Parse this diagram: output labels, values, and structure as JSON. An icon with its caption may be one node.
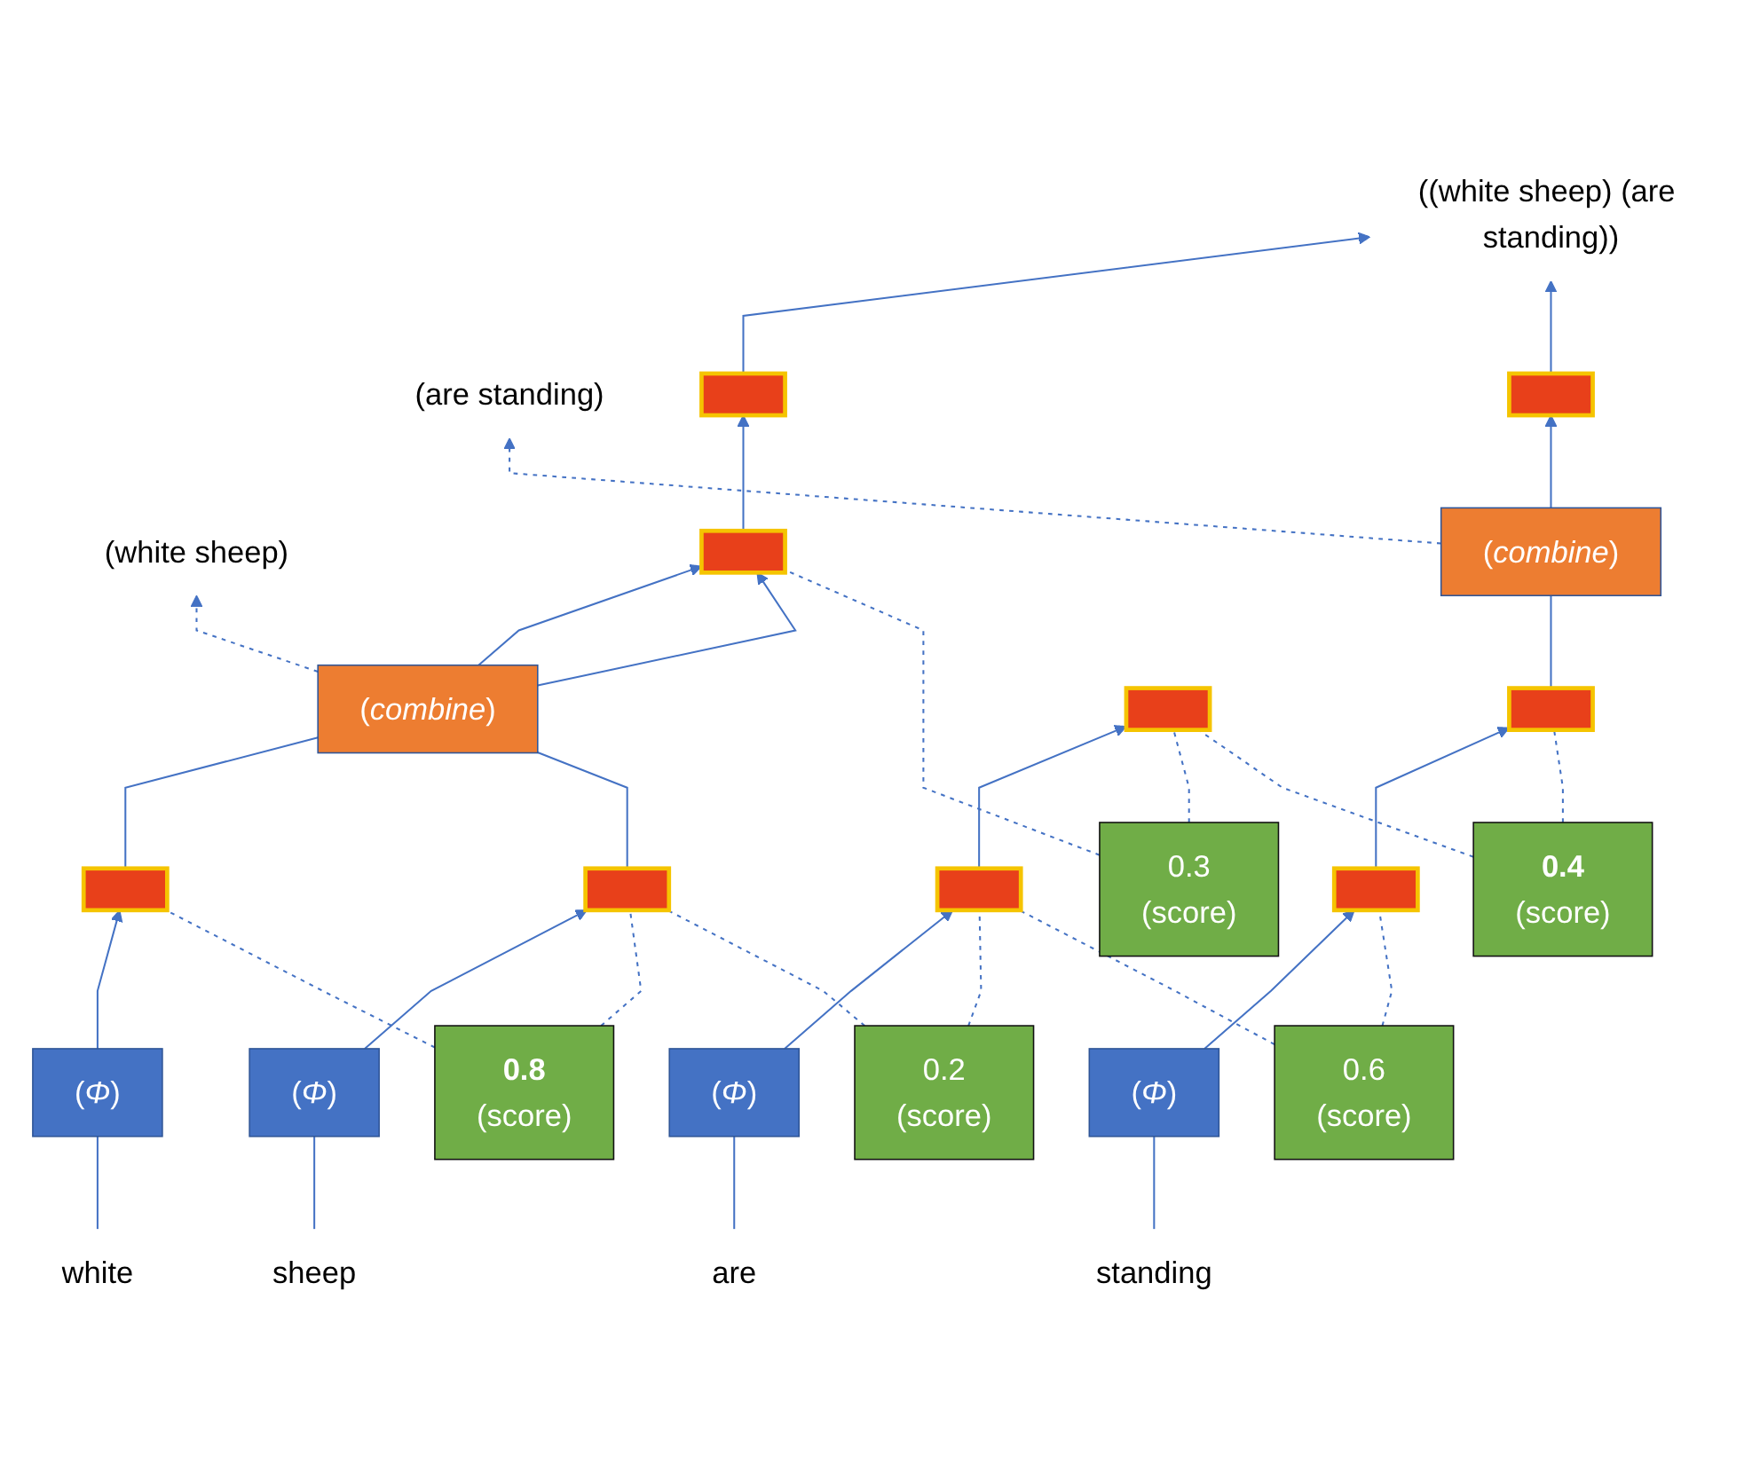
{
  "diagram": {
    "nodes": [
      {
        "text": [
          "((white sheep) (are standing))"
        ]
      },
      {
        "text": [],
        "shape": "bar"
      },
      {
        "text": [],
        "shape": "bar"
      },
      {
        "text": [
          "(*combine*)"
        ]
      },
      {
        "text": [
          "(are standing)"
        ]
      },
      {
        "text": [
          "0.3",
          "(score)"
        ]
      },
      {
        "text": [
          "0.4",
          "(score)"
        ]
      },
      {
        "text": [],
        "shape": "bar"
      },
      {
        "text": [],
        "shape": "bar"
      },
      {
        "text": [],
        "shape": "bar"
      },
      {
        "text": [
          "(*combine*)"
        ]
      },
      {
        "text": [
          "(white sheep)"
        ]
      },
      {
        "text": [
          "0.8",
          "(score)"
        ]
      },
      {
        "text": [
          "0.2",
          "(score)"
        ]
      },
      {
        "text": [
          "0.6",
          "(score)"
        ]
      },
      {
        "text": [],
        "shape": "bar"
      },
      {
        "text": [],
        "shape": "bar"
      },
      {
        "text": [],
        "shape": "bar"
      },
      {
        "text": [],
        "shape": "bar"
      },
      {
        "text": [
          "(*Φ*)"
        ]
      },
      {
        "text": [
          "(*Φ*)"
        ]
      },
      {
        "text": [
          "(*Φ*)"
        ]
      },
      {
        "text": [
          "(*Φ*)"
        ]
      },
      {
        "text": [
          "white"
        ]
      },
      {
        "text": [
          "sheep"
        ]
      },
      {
        "text": [
          "are"
        ]
      },
      {
        "text": [
          "standing"
        ]
      }
    ],
    "edges": [
      {
        "from": 23,
        "to": 19,
        "arrow": "none"
      },
      {
        "from": 24,
        "to": 20,
        "arrow": "none"
      },
      {
        "from": 25,
        "to": 21,
        "arrow": "none"
      },
      {
        "from": 26,
        "to": 22,
        "arrow": "none"
      },
      {
        "from": 19,
        "to": 15,
        "arrow": "to"
      },
      {
        "from": 20,
        "to": 16,
        "arrow": "to"
      },
      {
        "from": 21,
        "to": 17,
        "arrow": "to"
      },
      {
        "from": 22,
        "to": 18,
        "arrow": "to"
      },
      {
        "from": 12,
        "to": 15,
        "arrow": "none",
        "style": "dashed"
      },
      {
        "from": 12,
        "to": 16,
        "arrow": "none",
        "style": "dashed"
      },
      {
        "from": 13,
        "to": 16,
        "arrow": "none",
        "style": "dashed"
      },
      {
        "from": 13,
        "to": 17,
        "arrow": "none",
        "style": "dashed"
      },
      {
        "from": 14,
        "to": 17,
        "arrow": "none",
        "style": "dashed"
      },
      {
        "from": 14,
        "to": 18,
        "arrow": "none",
        "style": "dashed"
      },
      {
        "from": 15,
        "to": 10,
        "arrow": "none"
      },
      {
        "from": 16,
        "to": 10,
        "arrow": "none"
      },
      {
        "from": 10,
        "to": 7,
        "arrow": "to"
      },
      {
        "from": 10,
        "to": 7,
        "arrow": "to"
      },
      {
        "from": 10,
        "to": 11,
        "arrow": "to",
        "style": "dashed"
      },
      {
        "from": 17,
        "to": 8,
        "arrow": "to"
      },
      {
        "from": 18,
        "to": 9,
        "arrow": "to"
      },
      {
        "from": 5,
        "to": 7,
        "arrow": "none",
        "style": "dashed"
      },
      {
        "from": 5,
        "to": 8,
        "arrow": "none",
        "style": "dashed"
      },
      {
        "from": 6,
        "to": 8,
        "arrow": "none",
        "style": "dashed"
      },
      {
        "from": 6,
        "to": 9,
        "arrow": "none",
        "style": "dashed"
      },
      {
        "from": 9,
        "to": 3,
        "arrow": "none"
      },
      {
        "from": 3,
        "to": 2,
        "arrow": "to"
      },
      {
        "from": 3,
        "to": 4,
        "arrow": "to",
        "style": "dashed"
      },
      {
        "from": 7,
        "to": 1,
        "arrow": "to"
      },
      {
        "from": 1,
        "to": 0,
        "arrow": "to"
      },
      {
        "from": 2,
        "to": 0,
        "arrow": "to"
      }
    ]
  }
}
